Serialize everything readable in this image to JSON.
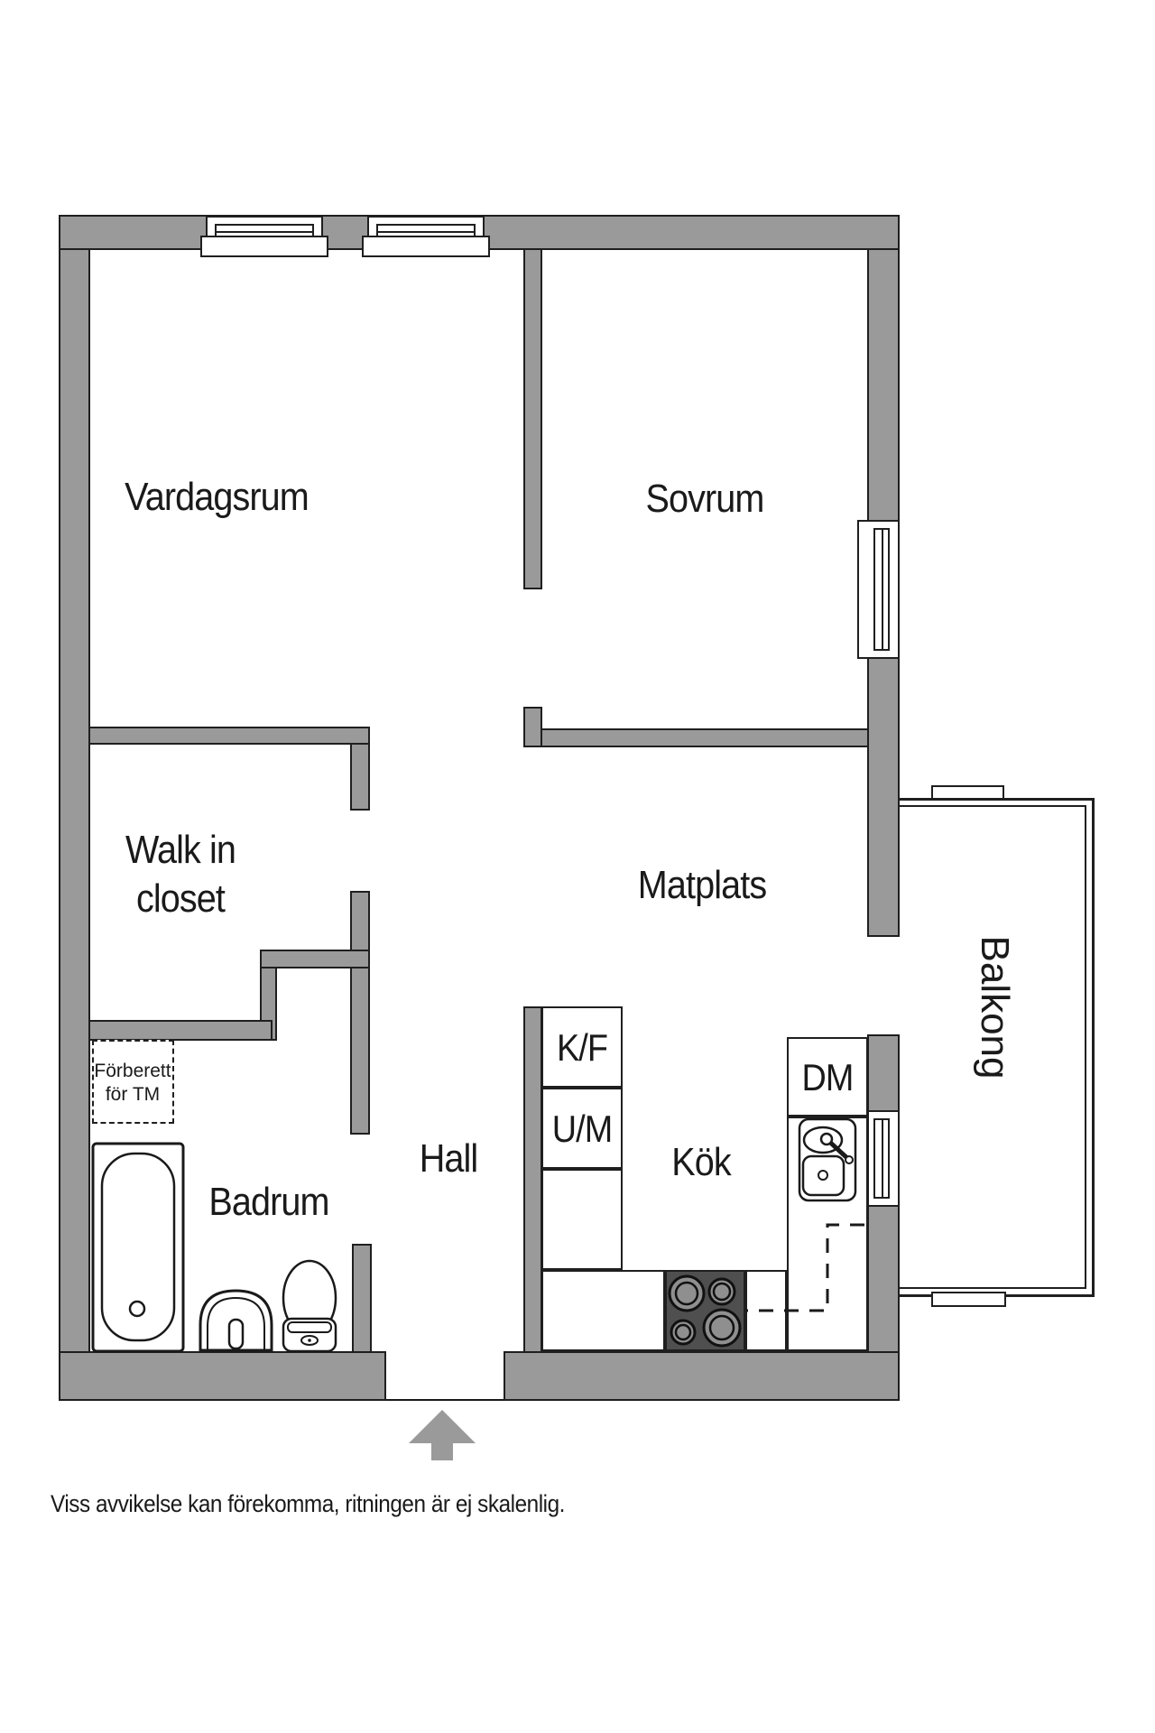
{
  "rooms": {
    "vardagsrum": "Vardagsrum",
    "sovrum": "Sovrum",
    "walk_in_closet": {
      "line1": "Walk in",
      "line2": "closet"
    },
    "matplats": "Matplats",
    "hall": "Hall",
    "kok": "Kök",
    "badrum": "Badrum",
    "balkong": "Balkong"
  },
  "appliances": {
    "kf": "K/F",
    "um": "U/M",
    "dm": "DM",
    "tm_note": {
      "line1": "Förberett",
      "line2": "för TM"
    }
  },
  "footer": {
    "disclaimer": "Viss avvikelse kan förekomma, ritningen är ej skalenlig."
  },
  "colors": {
    "wall": "#9a9a9a",
    "outline": "#1f1f1f",
    "stove_body": "#4f4f4f",
    "burner": "#8f8f8f",
    "text": "#1a1a1a"
  }
}
